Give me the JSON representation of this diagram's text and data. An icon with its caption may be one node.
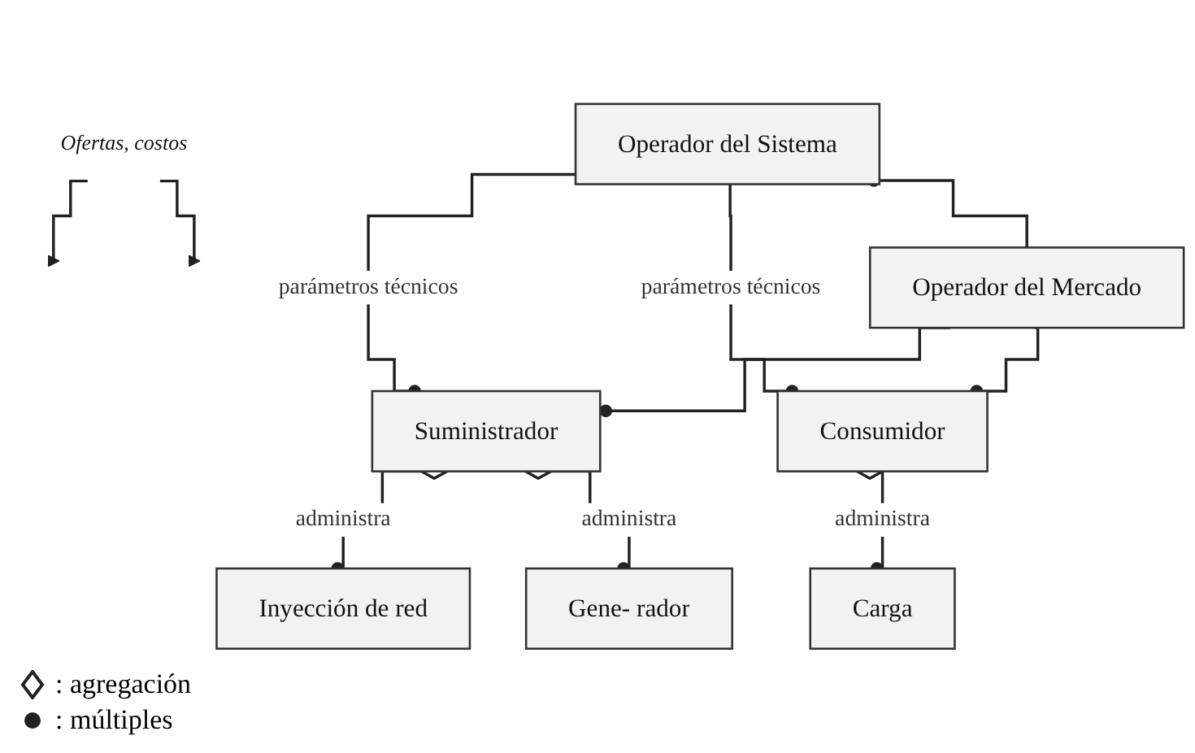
{
  "diagram": {
    "nodes": [
      {
        "text": [
          "Operador del Sistema"
        ]
      },
      {
        "text": [
          "Operador del Mercado"
        ]
      },
      {
        "text": [
          "Suministrador"
        ]
      },
      {
        "text": [
          "Consumidor"
        ]
      },
      {
        "text": [
          "Inyección de red"
        ]
      },
      {
        "text": [
          "Gene- rador"
        ]
      },
      {
        "text": [
          "Carga"
        ]
      },
      {
        "text": [
          "Ofertas, costos"
        ]
      }
    ],
    "edges": [
      {
        "from": 0,
        "to": 2,
        "arrow": "other",
        "label": "parámetros técnicos"
      },
      {
        "from": 0,
        "to": 3,
        "arrow": "other",
        "label": "parámetros técnicos"
      },
      {
        "from": 0,
        "to": 1,
        "arrow": "other"
      },
      {
        "from": 1,
        "to": 2,
        "arrow": "other"
      },
      {
        "from": 1,
        "to": 3,
        "arrow": "other"
      },
      {
        "from": 2,
        "to": 4,
        "arrow": "other",
        "label": "administra"
      },
      {
        "from": 2,
        "to": 5,
        "arrow": "other",
        "label": "administra"
      },
      {
        "from": 3,
        "to": 6,
        "arrow": "other",
        "label": "administra"
      },
      {
        "from": 7,
        "to": null,
        "arrow": "to"
      },
      {
        "from": 7,
        "to": null,
        "arrow": "to"
      }
    ],
    "legend": [
      {
        "text": ": agregación"
      },
      {
        "text": ": múltiples"
      }
    ]
  }
}
